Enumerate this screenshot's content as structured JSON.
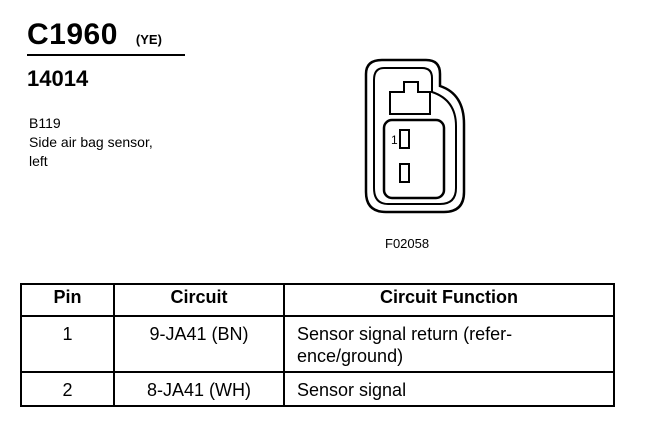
{
  "connector": {
    "id": "C1960",
    "color": "(YE)",
    "part_number": "14014",
    "location": "B119",
    "description_line1": "Side air bag sensor,",
    "description_line2": "left"
  },
  "diagram": {
    "pin_label": "1",
    "figure_code": "F02058"
  },
  "table": {
    "headers": [
      "Pin",
      "Circuit",
      "Circuit Function"
    ],
    "rows": [
      {
        "pin": "1",
        "circuit": "9-JA41 (BN)",
        "function_line1": "Sensor signal return (refer-",
        "function_line2": "ence/ground)"
      },
      {
        "pin": "2",
        "circuit": "8-JA41 (WH)",
        "function_line1": "Sensor signal"
      }
    ]
  }
}
